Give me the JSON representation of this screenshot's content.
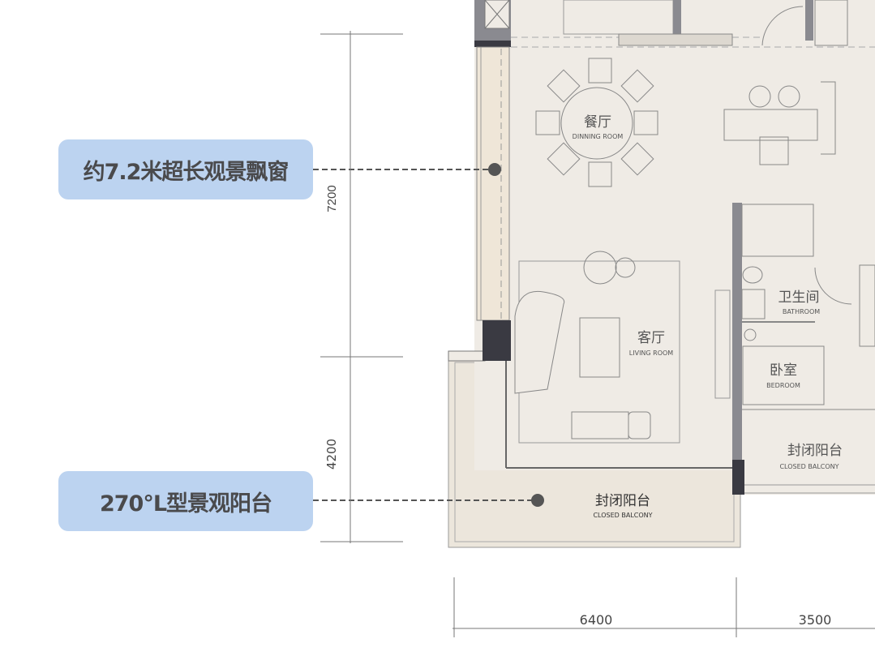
{
  "callouts": [
    {
      "text": "约7.2米超长观景飘窗"
    },
    {
      "text": "270°L型景观阳台"
    }
  ],
  "dimensions": {
    "vertical": [
      "7200",
      "4200"
    ],
    "horizontal": [
      "6400",
      "3500"
    ]
  },
  "rooms": {
    "dining": {
      "cn": "餐厅",
      "en": "DINNING ROOM"
    },
    "living": {
      "cn": "客厅",
      "en": "LIVING ROOM"
    },
    "bathroom": {
      "cn": "卫生间",
      "en": "BATHROOM"
    },
    "bedroom": {
      "cn": "卧室",
      "en": "BEDROOM"
    },
    "balcony_main": {
      "cn": "封闭阳台",
      "en": "CLOSED BALCONY"
    },
    "balcony_side": {
      "cn": "封闭阳台",
      "en": "CLOSED BALCONY"
    }
  },
  "colors": {
    "callout_bg": "#bcd3f0",
    "floor": "#efebe5",
    "balcony": "#ece6dc",
    "wall": "#7a7a80",
    "column": "#3a3a42"
  }
}
